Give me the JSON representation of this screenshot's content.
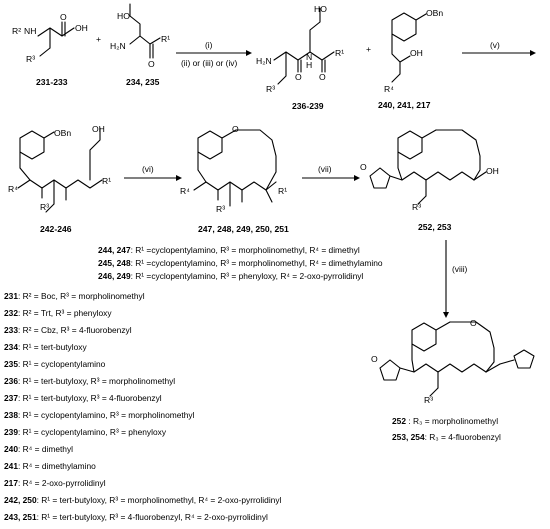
{
  "top_row": {
    "reactant1_label": "231-233",
    "reactant2_label": "234, 235",
    "product_label": "236-239",
    "reagent3_label": "240, 241, 217",
    "arrow1_top": "(i)",
    "arrow1_bottom": "(ii) or (iii) or (iv)",
    "arrow2_top": "(v)",
    "r2": "R²",
    "r3": "R³",
    "r1": "R¹",
    "r4": "R⁴",
    "nh": "NH",
    "h2n": "H₂N",
    "oh": "OH",
    "o": "O",
    "n": "N",
    "h": "H",
    "obn": "OBn",
    "ho": "HO"
  },
  "middle_row": {
    "cmp_a_label": "242-246",
    "cmp_b_label": "247, 248, 249, 250, 251",
    "cmp_c_label": "252, 253",
    "arrow_vi": "(vi)",
    "arrow_vii": "(vii)",
    "arrow_viii": "(viii)"
  },
  "substituent_notes": [
    {
      "ids": "244, 247",
      "text": ": R¹ =cyclopentylamino, R³ = morpholinomethyl, R⁴ = dimethyl"
    },
    {
      "ids": "245, 248",
      "text": ": R¹ =cyclopentylamino, R³ = morpholinomethyl, R⁴ = dimethylamino"
    },
    {
      "ids": "246, 249",
      "text": ": R¹ =cyclopentylamino, R³ = phenyloxy, R⁴ = 2-oxo-pyrrolidinyl"
    }
  ],
  "legend": [
    {
      "id": "231",
      "text": ": R² = Boc, R³ = morpholinomethyl"
    },
    {
      "id": "232",
      "text": ": R² = Trt, R³ = phenyloxy"
    },
    {
      "id": "233",
      "text": ": R² = Cbz, R³ = 4-fluorobenzyl"
    },
    {
      "id": "234",
      "text": ": R¹ = tert-butyloxy"
    },
    {
      "id": "235",
      "text": ": R¹ = cyclopentylamino"
    },
    {
      "id": "236",
      "text": ": R¹ = tert-butyloxy,  R³ = morpholinomethyl"
    },
    {
      "id": "237",
      "text": ": R¹ = tert-butyloxy,  R³ = 4-fluorobenzyl"
    },
    {
      "id": "238",
      "text": ": R¹ = cyclopentylamino,  R³ = morpholinomethyl"
    },
    {
      "id": "239",
      "text": ": R¹ = cyclopentylamino,  R³ = phenyloxy"
    },
    {
      "id": "240",
      "text": ": R⁴ = dimethyl"
    },
    {
      "id": "241",
      "text": ": R⁴ = dimethylamino"
    },
    {
      "id": "217",
      "text": ": R⁴ = 2-oxo-pyrrolidinyl"
    },
    {
      "id": "242, 250",
      "text": ": R¹ = tert-butyloxy,  R³ = morpholinomethyl,  R⁴ = 2-oxo-pyrrolidinyl"
    },
    {
      "id": "243, 251",
      "text": ": R¹ = tert-butyloxy,  R³ = 4-fluorobenzyl,  R⁴ = 2-oxo-pyrrolidinyl"
    }
  ],
  "final_products": [
    {
      "id": "252",
      "text": " : R₃ = morpholinomethyl"
    },
    {
      "id": "253, 254",
      "text": ": R₃ = 4-fluorobenzyl"
    }
  ],
  "final_r3": "R³"
}
